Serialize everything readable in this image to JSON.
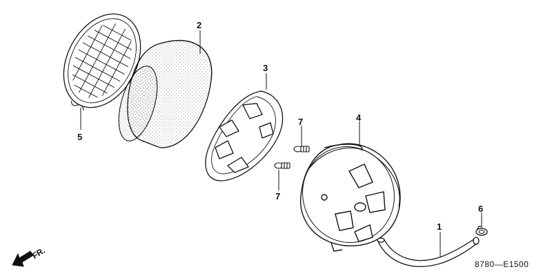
{
  "callouts": {
    "part_1": "1",
    "part_2": "2",
    "part_3": "3",
    "part_4": "4",
    "part_5": "5",
    "part_6": "6",
    "part_7_upper": "7",
    "part_7_lower": "7"
  },
  "direction": {
    "label": "FR.",
    "icon": "front-direction-arrow-icon"
  },
  "diagram_code": "8780—E1500",
  "colors": {
    "line": "#111111",
    "background": "#ffffff",
    "stipple": "#555555"
  }
}
